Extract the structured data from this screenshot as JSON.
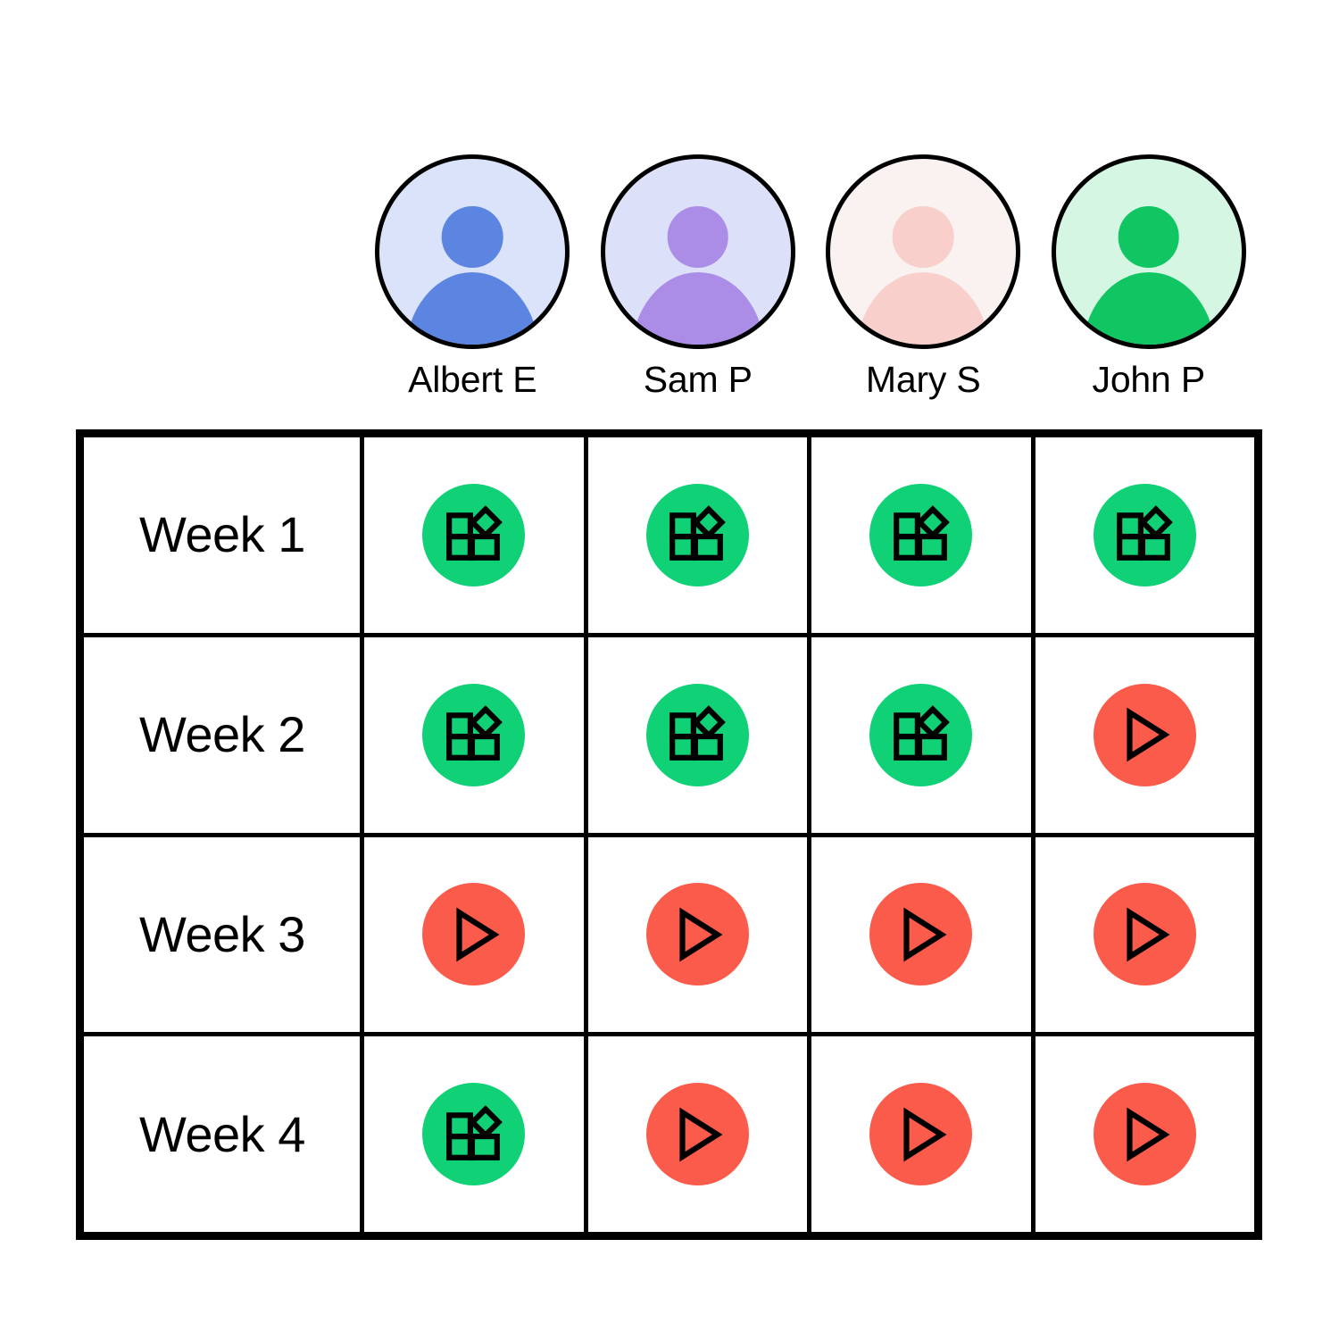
{
  "palette": {
    "status_done": "#10D175",
    "status_pending": "#FA5B4B",
    "border": "#000000",
    "background": "#FFFFFF"
  },
  "team": {
    "members": [
      {
        "name": "Albert E",
        "avatar_icon": "person-avatar-icon",
        "avatar_bg": "#DAE3F9",
        "avatar_fg": "#5B85E0"
      },
      {
        "name": "Sam P",
        "avatar_icon": "person-avatar-icon",
        "avatar_bg": "#DCE0F8",
        "avatar_fg": "#AB8DE8"
      },
      {
        "name": "Mary S",
        "avatar_icon": "person-avatar-icon",
        "avatar_bg": "#FAF1F1",
        "avatar_fg": "#F8CFCB"
      },
      {
        "name": "John P",
        "avatar_icon": "person-avatar-icon",
        "avatar_bg": "#D6F6E4",
        "avatar_fg": "#10C662"
      }
    ]
  },
  "matrix": {
    "rows": [
      {
        "label": "Week 1",
        "cells": [
          {
            "status": "done",
            "icon": "dashboard-widgets-icon",
            "color": "#10D175"
          },
          {
            "status": "done",
            "icon": "dashboard-widgets-icon",
            "color": "#10D175"
          },
          {
            "status": "done",
            "icon": "dashboard-widgets-icon",
            "color": "#10D175"
          },
          {
            "status": "done",
            "icon": "dashboard-widgets-icon",
            "color": "#10D175"
          }
        ]
      },
      {
        "label": "Week 2",
        "cells": [
          {
            "status": "done",
            "icon": "dashboard-widgets-icon",
            "color": "#10D175"
          },
          {
            "status": "done",
            "icon": "dashboard-widgets-icon",
            "color": "#10D175"
          },
          {
            "status": "done",
            "icon": "dashboard-widgets-icon",
            "color": "#10D175"
          },
          {
            "status": "pending",
            "icon": "play-triangle-icon",
            "color": "#FA5B4B"
          }
        ]
      },
      {
        "label": "Week 3",
        "cells": [
          {
            "status": "pending",
            "icon": "play-triangle-icon",
            "color": "#FA5B4B"
          },
          {
            "status": "pending",
            "icon": "play-triangle-icon",
            "color": "#FA5B4B"
          },
          {
            "status": "pending",
            "icon": "play-triangle-icon",
            "color": "#FA5B4B"
          },
          {
            "status": "pending",
            "icon": "play-triangle-icon",
            "color": "#FA5B4B"
          }
        ]
      },
      {
        "label": "Week 4",
        "cells": [
          {
            "status": "done",
            "icon": "dashboard-widgets-icon",
            "color": "#10D175"
          },
          {
            "status": "pending",
            "icon": "play-triangle-icon",
            "color": "#FA5B4B"
          },
          {
            "status": "pending",
            "icon": "play-triangle-icon",
            "color": "#FA5B4B"
          },
          {
            "status": "pending",
            "icon": "play-triangle-icon",
            "color": "#FA5B4B"
          }
        ]
      }
    ]
  }
}
